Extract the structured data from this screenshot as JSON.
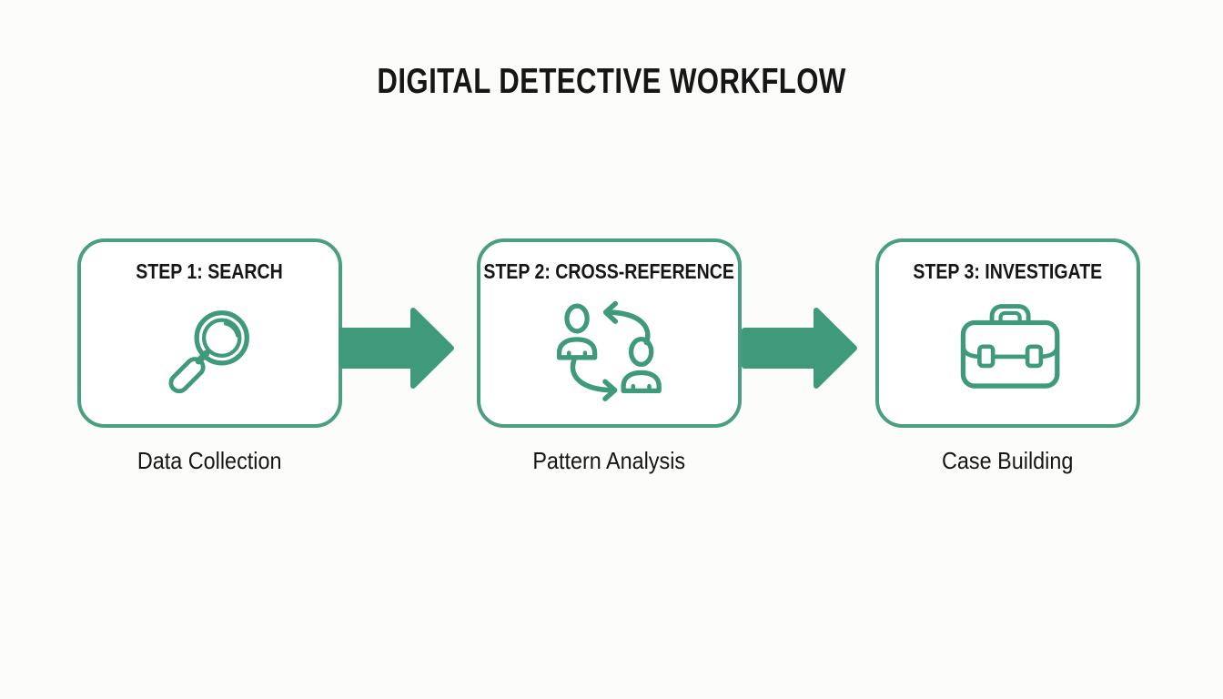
{
  "title": "DIGITAL DETECTIVE WORKFLOW",
  "colors": {
    "green": "#3f9a7c",
    "green-border": "#4a9e82",
    "text": "#161616",
    "background": "#fcfcfa"
  },
  "steps": [
    {
      "label": "STEP 1: SEARCH",
      "icon": "magnifier-icon",
      "caption": "Data Collection"
    },
    {
      "label": "STEP 2: CROSS-REFERENCE",
      "icon": "people-exchange-icon",
      "caption": "Pattern Analysis"
    },
    {
      "label": "STEP 3: INVESTIGATE",
      "icon": "briefcase-icon",
      "caption": "Case Building"
    }
  ],
  "connectors": [
    {
      "icon": "arrow-right-icon"
    },
    {
      "icon": "arrow-right-icon"
    }
  ]
}
